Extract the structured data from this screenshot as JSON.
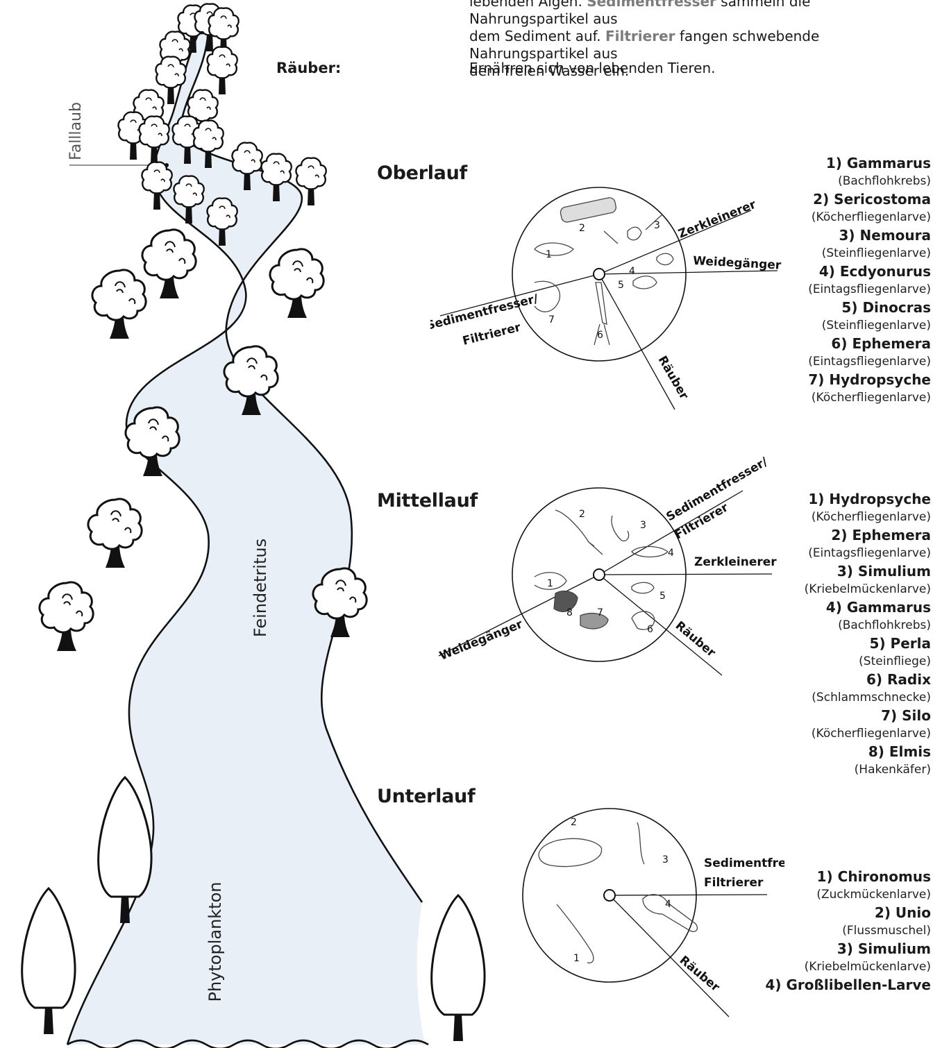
{
  "intro": {
    "line1_a": "lebenden Algen. ",
    "line1_h1": "Sedimentfresser",
    "line1_b": " sammeln die Nahrungspartikel aus",
    "line2_a": "dem Sediment auf. ",
    "line2_h2": "Filtrierer",
    "line2_b": " fangen schwebende Nahrungspartikel aus",
    "line3": "dem freien Wasser ein."
  },
  "predator_def": {
    "term": "Räuber:",
    "text": "Ernähren sich von lebenden Tieren."
  },
  "river_labels": {
    "falllaub": "Falllaub",
    "feindetritus": "Feindetritus",
    "phytoplankton": "Phytoplankton"
  },
  "oberlauf": {
    "heading": "Oberlauf",
    "sectors": {
      "zerkleinerer": "Zerkleinerer",
      "weidegaenger": "Weidegänger",
      "sediment1": "Sedimentfresser/",
      "sediment2": "Filtrierer",
      "raeuber": "Räuber"
    },
    "numbers": [
      "1",
      "2",
      "3",
      "4",
      "5",
      "6",
      "7"
    ],
    "legend": [
      {
        "name": "1) Gammarus",
        "common": "(Bachflohkrebs)"
      },
      {
        "name": "2) Sericostoma",
        "common": "(Köcherfliegenlarve)"
      },
      {
        "name": "3) Nemoura",
        "common": "(Steinfliegenlarve)"
      },
      {
        "name": "4) Ecdyonurus",
        "common": "(Eintagsfliegenlarve)"
      },
      {
        "name": "5) Dinocras",
        "common": "(Steinfliegenlarve)"
      },
      {
        "name": "6) Ephemera",
        "common": "(Eintagsfliegenlarve)"
      },
      {
        "name": "7) Hydropsyche",
        "common": "(Köcherfliegenlarve)"
      }
    ]
  },
  "mittellauf": {
    "heading": "Mittellauf",
    "sectors": {
      "sediment1": "Sedimentfresser/",
      "sediment2": "Filtrierer",
      "zerkleinerer": "Zerkleinerer",
      "raeuber": "Räuber",
      "weidegaenger": "Weidegänger"
    },
    "numbers": [
      "1",
      "2",
      "3",
      "4",
      "5",
      "6",
      "7",
      "8"
    ],
    "legend": [
      {
        "name": "1) Hydropsyche",
        "common": "(Köcherfliegenlarve)"
      },
      {
        "name": "2) Ephemera",
        "common": "(Eintagsfliegenlarve)"
      },
      {
        "name": "3) Simulium",
        "common": "(Kriebelmückenlarve)"
      },
      {
        "name": "4) Gammarus",
        "common": "(Bachflohkrebs)"
      },
      {
        "name": "5) Perla",
        "common": "(Steinfliege)"
      },
      {
        "name": "6) Radix",
        "common": "(Schlammschnecke)"
      },
      {
        "name": "7) Silo",
        "common": "(Köcherfliegenlarve)"
      },
      {
        "name": "8) Elmis",
        "common": "(Hakenkäfer)"
      }
    ]
  },
  "unterlauf": {
    "heading": "Unterlauf",
    "sectors": {
      "sediment1": "Sedimentfresser/",
      "sediment2": "Filtrierer",
      "raeuber": "Räuber"
    },
    "numbers": [
      "1",
      "2",
      "3",
      "4"
    ],
    "legend": [
      {
        "name": "1) Chironomus",
        "common": "(Zuckmückenlarve)"
      },
      {
        "name": "2) Unio",
        "common": "(Flussmuschel)"
      },
      {
        "name": "3) Simulium",
        "common": "(Kriebelmückenlarve)"
      },
      {
        "name": "4) Großlibellen-Larve",
        "common": ""
      }
    ]
  },
  "colors": {
    "river_fill": "#e8eff7",
    "outline": "#111111",
    "highlight": "#7b7b7b"
  }
}
